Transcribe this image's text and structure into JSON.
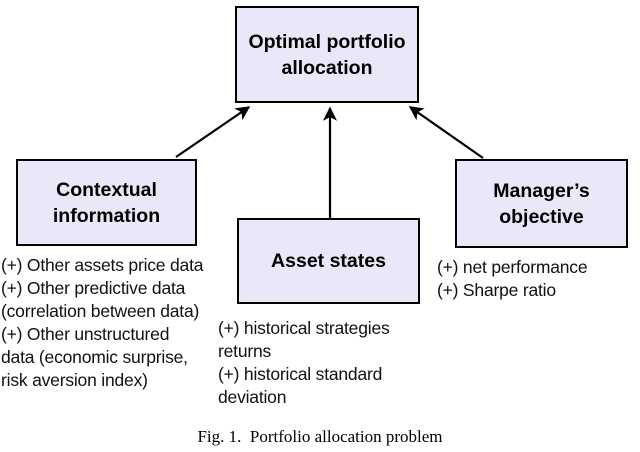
{
  "colors": {
    "box_fill": "#e9e8f8",
    "box_border": "#000000",
    "arrow": "#000000"
  },
  "boxes": {
    "optimal": {
      "lines": [
        "Optimal portfolio",
        "allocation"
      ]
    },
    "contextual": {
      "lines": [
        "Contextual",
        "information"
      ]
    },
    "asset": {
      "lines": [
        "Asset states"
      ]
    },
    "manager": {
      "lines": [
        "Manager’s",
        "objective"
      ]
    }
  },
  "notes": {
    "contextual": {
      "lines": [
        "(+) Other assets price data",
        "(+) Other predictive data",
        "(correlation between data)",
        "(+) Other unstructured",
        "data (economic surprise,",
        "risk aversion index)"
      ]
    },
    "asset": {
      "lines": [
        "(+) historical strategies",
        "returns",
        "(+) historical standard",
        "deviation"
      ]
    },
    "manager": {
      "lines": [
        "(+) net performance",
        "(+) Sharpe ratio"
      ]
    }
  },
  "caption": "Fig. 1.  Portfolio allocation problem"
}
